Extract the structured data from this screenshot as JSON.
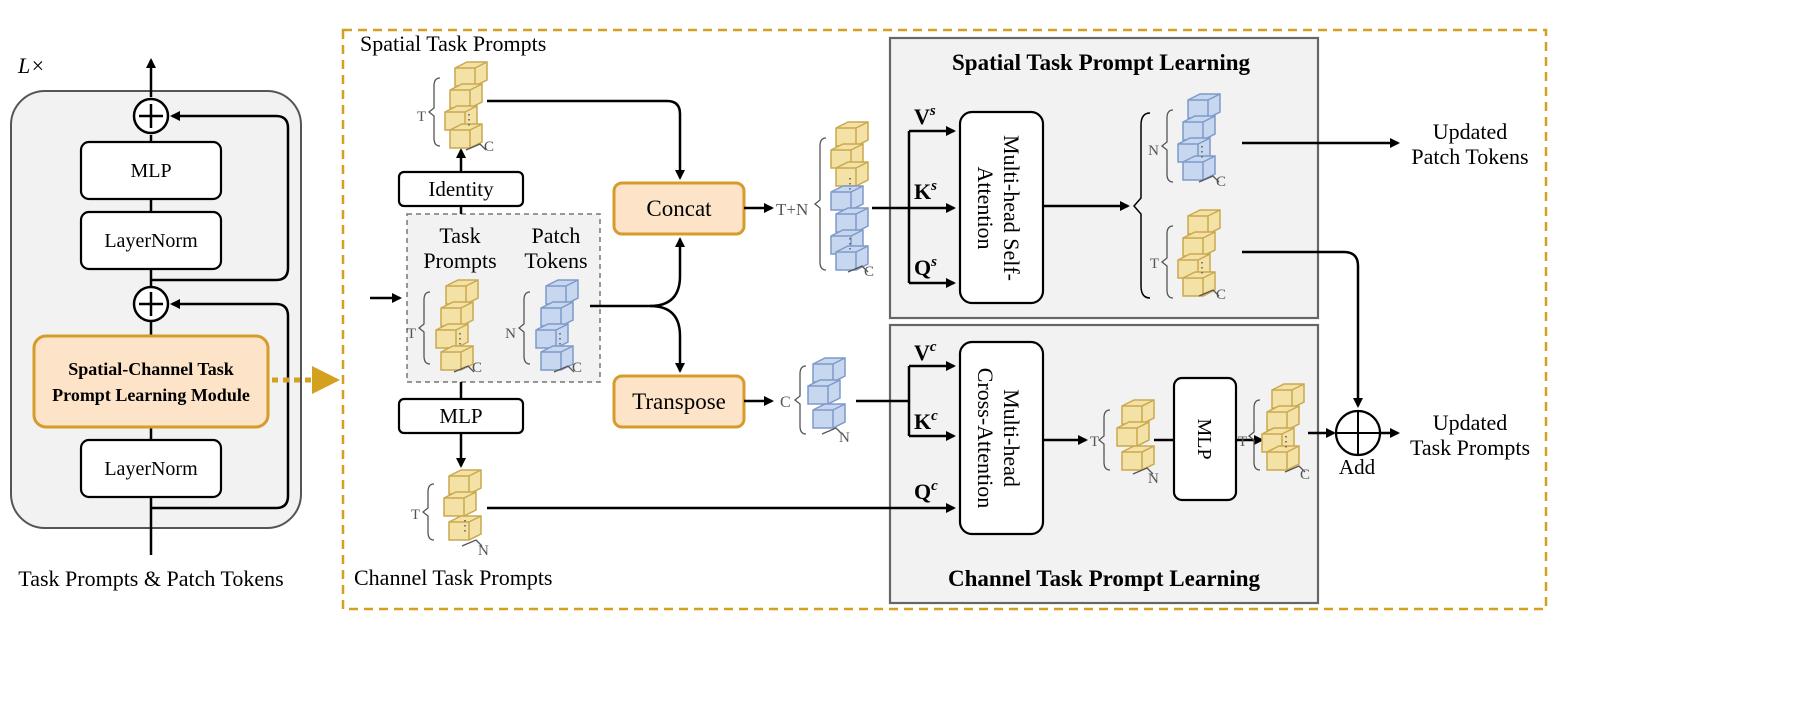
{
  "left_block": {
    "repeat_label": "L×",
    "mlp": "MLP",
    "layernorm_top": "LayerNorm",
    "layernorm_bottom": "LayerNorm",
    "module_line1": "Spatial-Channel Task",
    "module_line2": "Prompt Learning Module",
    "input_label": "Task Prompts & Patch Tokens"
  },
  "detail": {
    "spatial_prompts_title": "Spatial Task Prompts",
    "channel_prompts_title": "Channel Task Prompts",
    "identity": "Identity",
    "mlp": "MLP",
    "task_prompts_l1": "Task",
    "task_prompts_l2": "Prompts",
    "patch_tokens_l1": "Patch",
    "patch_tokens_l2": "Tokens",
    "concat": "Concat",
    "transpose": "Transpose",
    "sym_T": "T",
    "sym_C": "C",
    "sym_N": "N",
    "sym_TN": "T+N"
  },
  "spatial_panel": {
    "title": "Spatial Task Prompt Learning",
    "v": "V",
    "k": "K",
    "q": "Q",
    "sup": "s",
    "attn_l1": "Multi-head Self-",
    "attn_l2": "Attention",
    "out_line1": "Updated",
    "out_line2": "Patch Tokens"
  },
  "channel_panel": {
    "title": "Channel Task Prompt Learning",
    "v": "V",
    "k": "K",
    "q": "Q",
    "sup": "c",
    "attn_l1": "Multi-head",
    "attn_l2": "Cross-Attention",
    "mlp": "MLP",
    "add": "Add",
    "out_line1": "Updated",
    "out_line2": "Task Prompts"
  },
  "colors": {
    "orange_fill": "#FDE3C8",
    "orange_stroke": "#D79B2C",
    "yellow_fill": "#F3E1A6",
    "yellow_stroke": "#C9A94F",
    "blue_fill": "#C6D7EF",
    "blue_stroke": "#7F9AC8",
    "panel_fill": "#F2F2F2",
    "dashed_border": "#D4A020"
  }
}
